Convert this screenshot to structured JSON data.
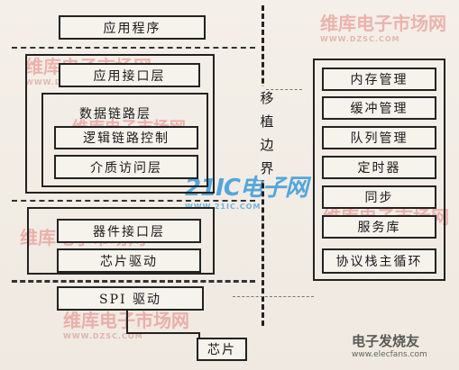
{
  "left_stack": {
    "application": "应用程序",
    "app_interface_layer": "应用接口层",
    "data_link_layer": "数据链路层",
    "logical_link_control": "逻辑链路控制",
    "media_access_layer": "介质访问层",
    "device_interface_layer": "器件接口层",
    "chip_driver": "芯片驱动",
    "spi_driver": "SPI 驱动",
    "chip": "芯片"
  },
  "porting_boundary": "移植边界",
  "right_stack": {
    "items": [
      "内存管理",
      "缓冲管理",
      "队列管理",
      "定时器",
      "同步",
      "服务库",
      "协议栈主循环"
    ]
  },
  "watermarks": {
    "brand": "维库电子市场网",
    "url": "WWW.DZSC.COM",
    "logo": "21IC电子网",
    "logo_url": "WWW.21IC.COM",
    "corner": "电子发烧友",
    "corner_url": "www.elecfans.com"
  },
  "colors": {
    "line": "#222222",
    "background": "#f2ede6",
    "watermark_red": "#d62828",
    "logo_blue": "#1f8fd6"
  }
}
